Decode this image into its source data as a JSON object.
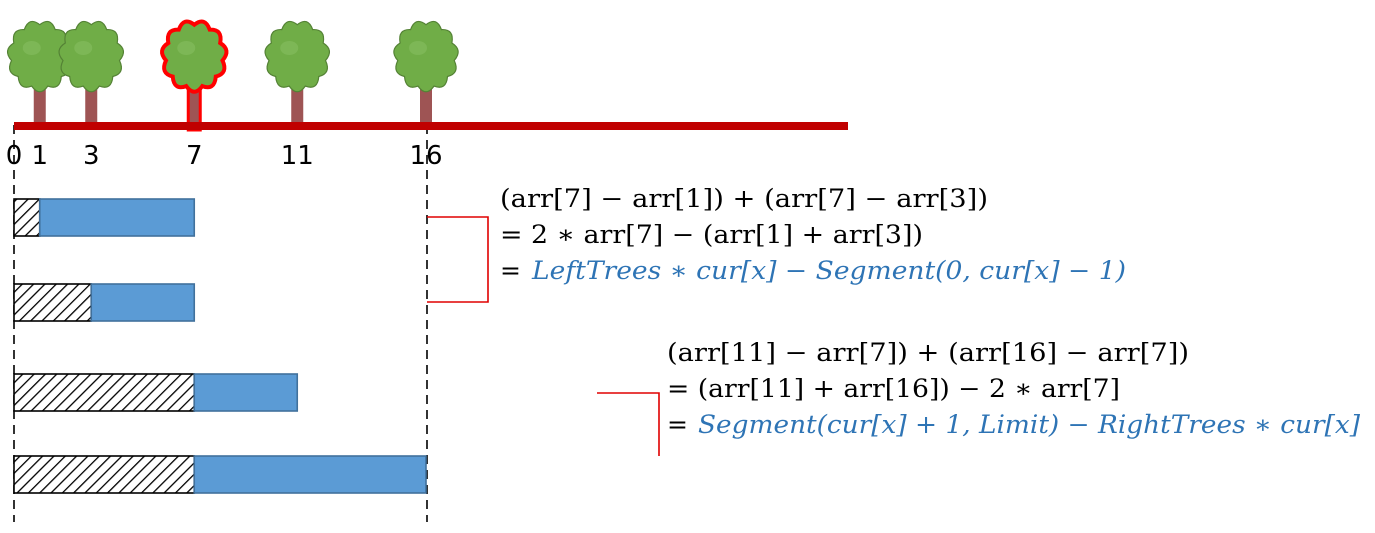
{
  "axis": {
    "ticks": [
      {
        "label": "0",
        "pos": 0
      },
      {
        "label": "1",
        "pos": 1
      },
      {
        "label": "3",
        "pos": 3
      },
      {
        "label": "7",
        "pos": 7
      },
      {
        "label": "11",
        "pos": 11
      },
      {
        "label": "16",
        "pos": 16
      }
    ],
    "trees_at": [
      1,
      3,
      7,
      11,
      16
    ],
    "highlighted_tree": 7
  },
  "bars": [
    {
      "hatched_to": 1,
      "blue_to": 7
    },
    {
      "hatched_to": 3,
      "blue_to": 7
    },
    {
      "hatched_to": 7,
      "blue_to": 11
    },
    {
      "hatched_to": 7,
      "blue_to": 16
    }
  ],
  "left_formula": {
    "line1": "(arr[7] − arr[1]) + (arr[7] − arr[3])",
    "line2": "= 2 ∗ arr[7] − (arr[1] + arr[3])",
    "line3_prefix": "= ",
    "line3_blue": "LeftTrees  ∗ cur[x] − Segment(0, cur[x] − 1)"
  },
  "right_formula": {
    "line1": "(arr[11] − arr[7]) + (arr[16] − arr[7])",
    "line2": "= (arr[11] + arr[16]) − 2 ∗ arr[7]",
    "line3_prefix": "= ",
    "line3_blue": "Segment(cur[x] + 1, Limit) − RightTrees ∗ cur[x]"
  },
  "colors": {
    "axis": "#c00000",
    "tree_leaf": "#70ad47",
    "tree_leaf_dark": "#548235",
    "trunk": "#9e5454",
    "highlight": "#ff0000",
    "bar_blue": "#5b9bd5",
    "bar_border": "#41719c",
    "formula_blue": "#2e74b5"
  }
}
